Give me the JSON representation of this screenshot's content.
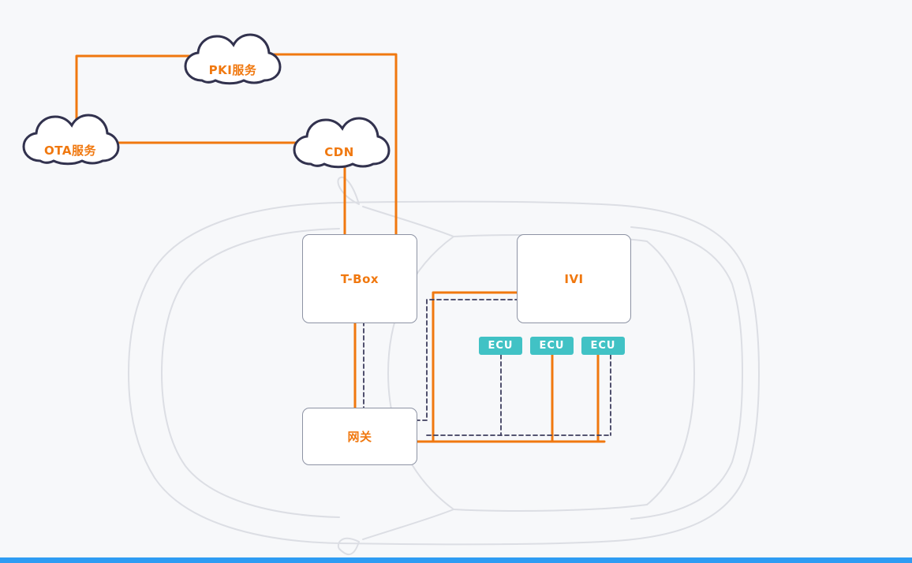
{
  "page": {
    "background_color": "#f7f8fa",
    "bottom_accent_color": "#2e9cf3"
  },
  "colors": {
    "connection_orange": "#f0780f",
    "secure_dashed_navy": "#3d3d5e",
    "ecu_teal": "#41c2c5",
    "cloud_outline": "#32324e",
    "node_border": "#8d93a4",
    "car_outline": "#dcdee4"
  },
  "clouds": [
    {
      "id": "pki",
      "label": "PKI服务"
    },
    {
      "id": "ota",
      "label": "OTA服务"
    },
    {
      "id": "cdn",
      "label": "CDN"
    }
  ],
  "nodes": {
    "tbox": {
      "label": "T-Box"
    },
    "ivi": {
      "label": "IVI"
    },
    "gateway": {
      "label": "网关"
    },
    "ecus": [
      {
        "label": "ECU"
      },
      {
        "label": "ECU"
      },
      {
        "label": "ECU"
      }
    ]
  },
  "edges": [
    {
      "from": "OTA服务",
      "to": "PKI服务",
      "style": "solid-orange"
    },
    {
      "from": "PKI服务",
      "to": "T-Box",
      "style": "solid-orange"
    },
    {
      "from": "OTA服务",
      "to": "CDN",
      "style": "solid-orange"
    },
    {
      "from": "CDN",
      "to": "T-Box",
      "style": "solid-orange"
    },
    {
      "from": "T-Box",
      "to": "网关",
      "style": "solid-orange"
    },
    {
      "from": "T-Box",
      "to": "网关",
      "style": "dashed-navy"
    },
    {
      "from": "网关",
      "to": "IVI",
      "style": "solid-orange"
    },
    {
      "from": "网关",
      "to": "IVI",
      "style": "dashed-navy"
    },
    {
      "from": "网关",
      "to": "ECU",
      "style": "solid-orange"
    },
    {
      "from": "网关",
      "to": "ECU",
      "style": "dashed-navy"
    }
  ]
}
